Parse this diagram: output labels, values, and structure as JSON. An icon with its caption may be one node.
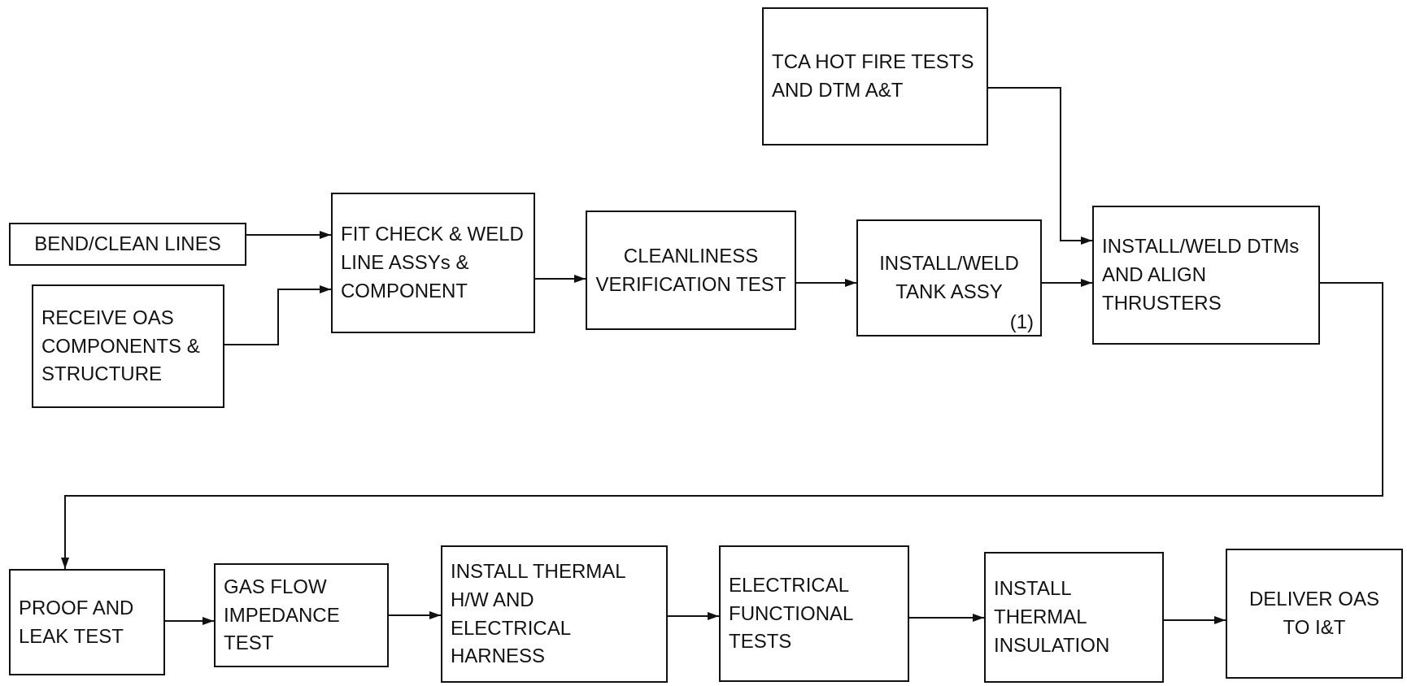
{
  "diagram": {
    "nodes": [
      {
        "text": [
          "TCA HOT FIRE TESTS AND DTM A&T"
        ]
      },
      {
        "text": [
          "BEND/CLEAN LINES"
        ]
      },
      {
        "text": [
          "RECEIVE OAS COMPONENTS & STRUCTURE"
        ]
      },
      {
        "text": [
          "FIT CHECK & WELD LINE ASSYs & COMPONENT"
        ]
      },
      {
        "text": [
          "CLEANLINESS VERIFICATION TEST"
        ]
      },
      {
        "text": [
          "INSTALL/WELD TANK ASSY",
          "(1)"
        ]
      },
      {
        "text": [
          "INSTALL/WELD DTMs AND ALIGN THRUSTERS"
        ]
      },
      {
        "text": [
          "PROOF AND LEAK TEST"
        ]
      },
      {
        "text": [
          "GAS FLOW IMPEDANCE TEST"
        ]
      },
      {
        "text": [
          "INSTALL THERMAL H/W AND ELECTRICAL HARNESS"
        ]
      },
      {
        "text": [
          "ELECTRICAL FUNCTIONAL TESTS"
        ]
      },
      {
        "text": [
          "INSTALL THERMAL INSULATION"
        ]
      },
      {
        "text": [
          "DELIVER OAS TO I&T"
        ]
      }
    ],
    "edges": [
      {
        "from": 1,
        "to": 3,
        "arrow": "to"
      },
      {
        "from": 2,
        "to": 3,
        "arrow": "to"
      },
      {
        "from": 3,
        "to": 4,
        "arrow": "to"
      },
      {
        "from": 4,
        "to": 5,
        "arrow": "to"
      },
      {
        "from": 5,
        "to": 6,
        "arrow": "to"
      },
      {
        "from": 0,
        "to": 6,
        "arrow": "to"
      },
      {
        "from": 6,
        "to": 7,
        "arrow": "to"
      },
      {
        "from": 7,
        "to": 8,
        "arrow": "to"
      },
      {
        "from": 8,
        "to": 9,
        "arrow": "to"
      },
      {
        "from": 9,
        "to": 10,
        "arrow": "to"
      },
      {
        "from": 10,
        "to": 11,
        "arrow": "to"
      },
      {
        "from": 11,
        "to": 12,
        "arrow": "to"
      }
    ]
  }
}
